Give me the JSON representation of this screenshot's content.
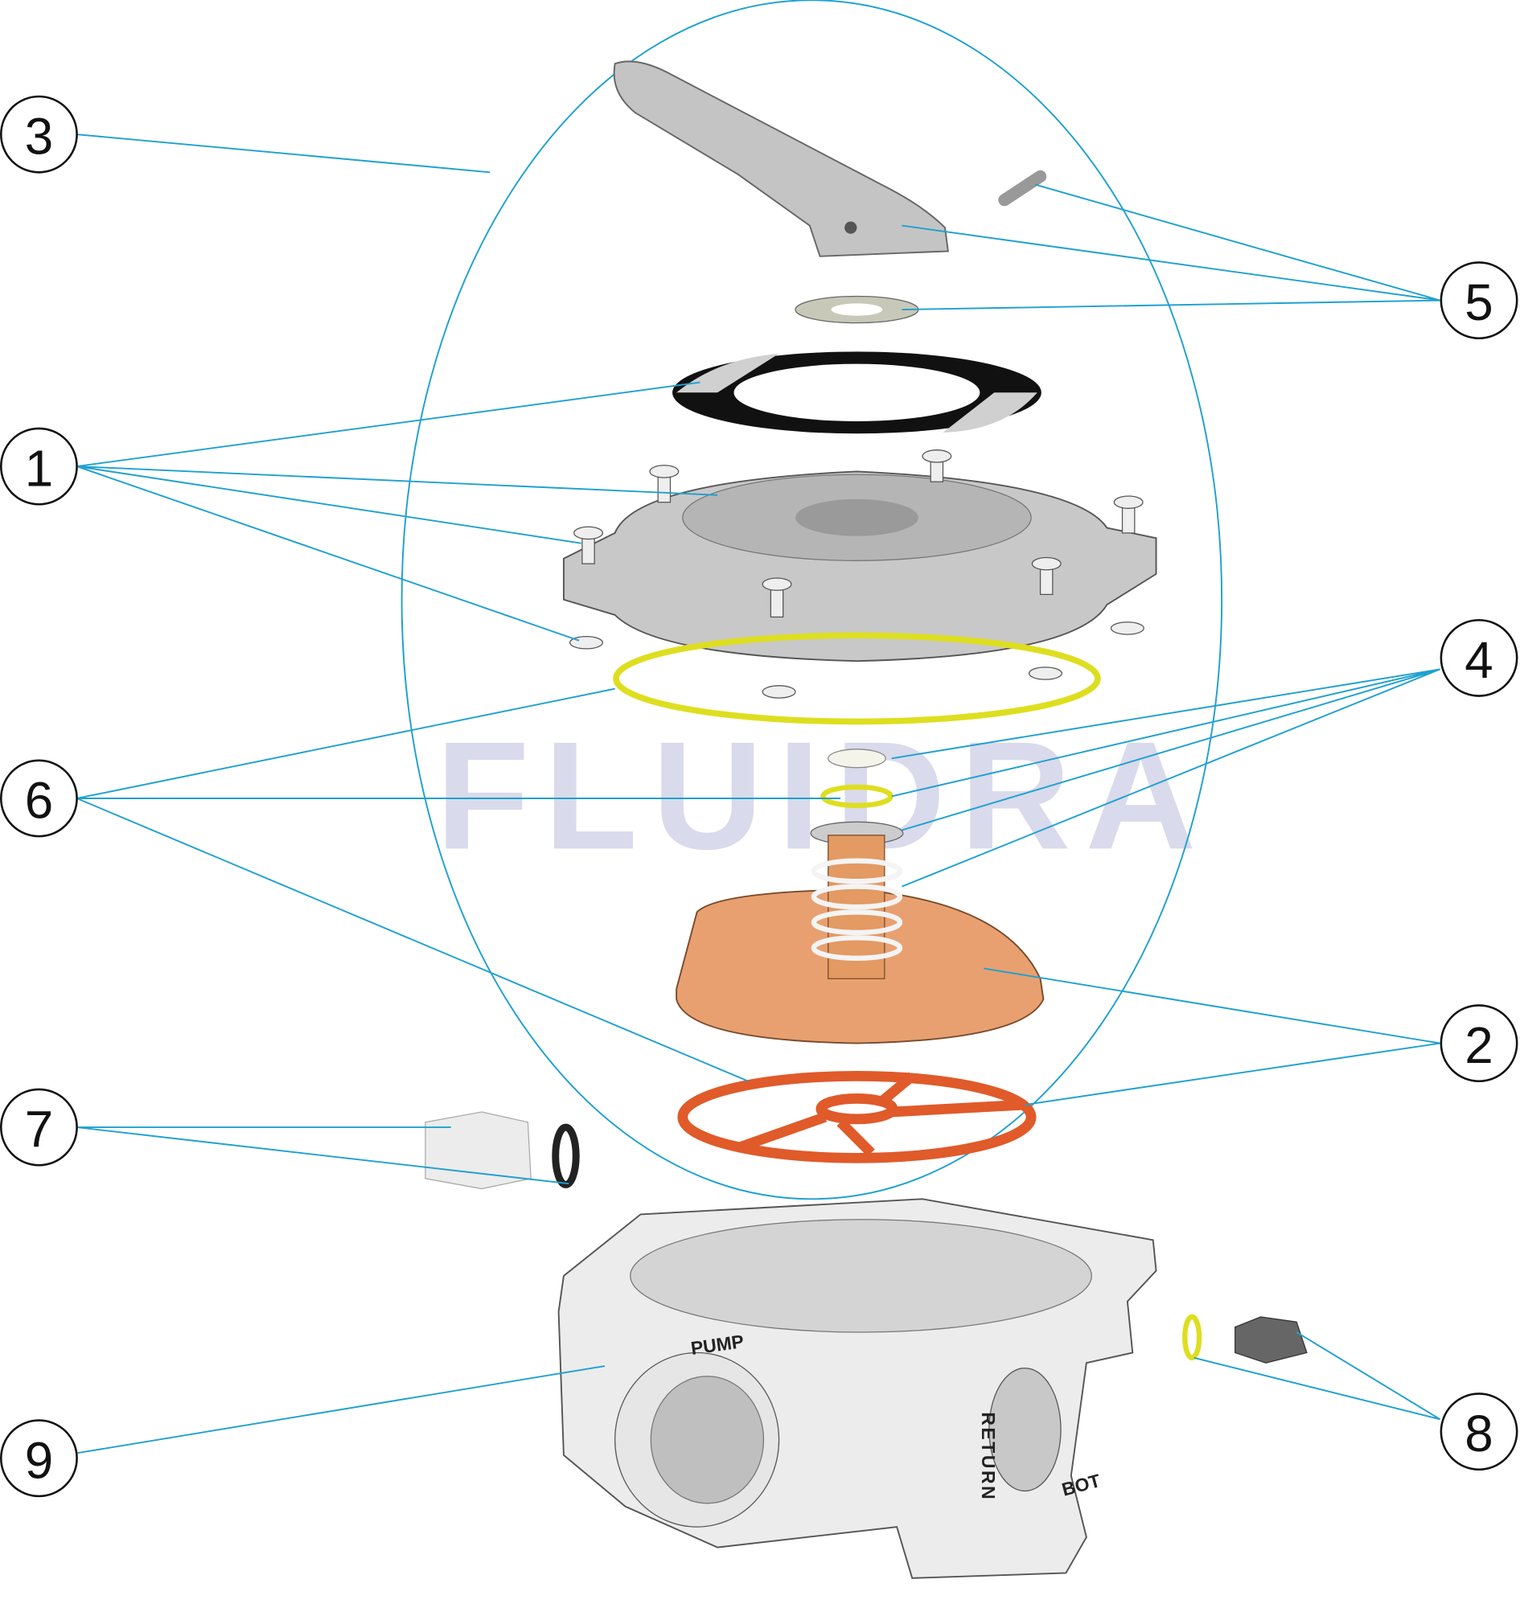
{
  "watermark": "FLUIDRA",
  "callouts": [
    "1",
    "2",
    "3",
    "4",
    "5",
    "6",
    "7",
    "8",
    "9"
  ],
  "part_labels": {
    "pump": "PUMP",
    "return": "RETURN",
    "bottom": "BOT"
  },
  "colors": {
    "leader": "#1ea0d0",
    "cover": "#bdbdbd",
    "rotor": "#e8a070",
    "red_gasket": "#e05a2a",
    "oring": "#e0e030"
  }
}
